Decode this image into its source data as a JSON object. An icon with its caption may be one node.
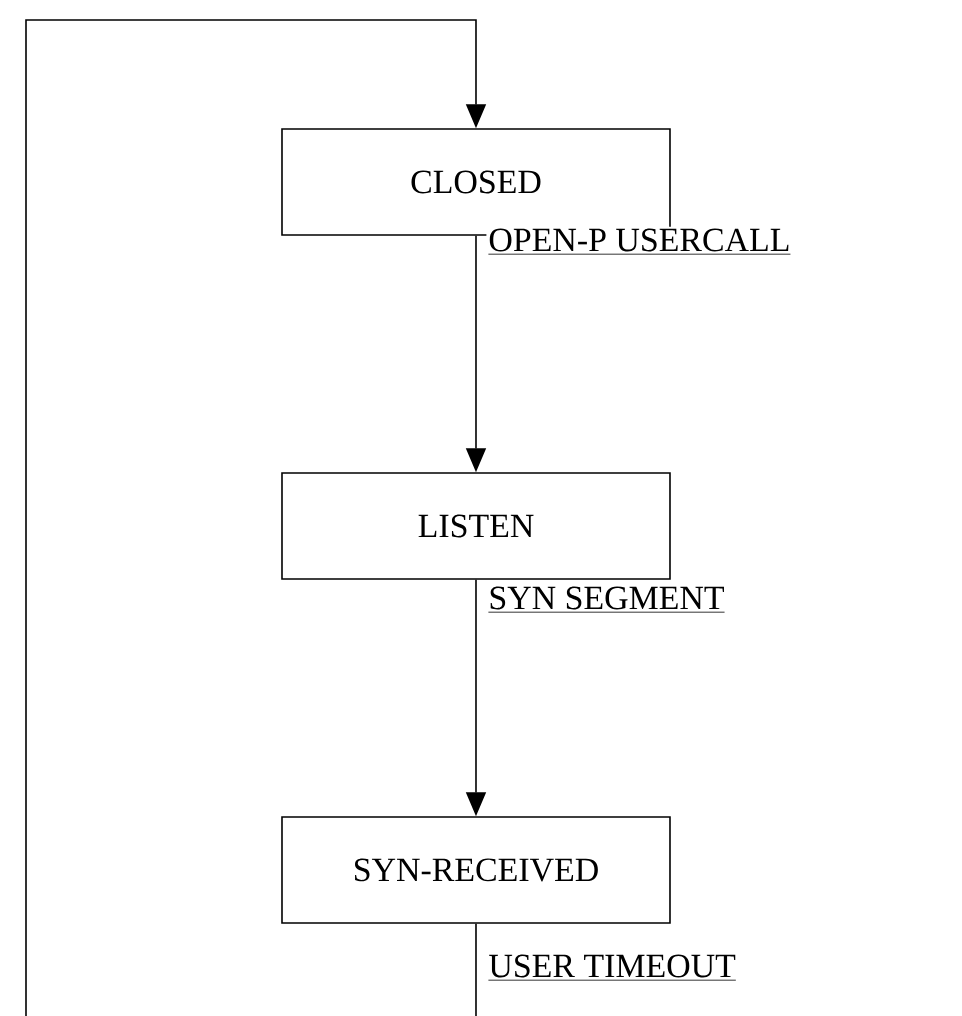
{
  "diagram": {
    "nodes": [
      {
        "text": [
          "CLOSED"
        ]
      },
      {
        "text": [
          "LISTEN"
        ]
      },
      {
        "text": [
          "SYN-RECEIVED"
        ]
      }
    ],
    "edges": [
      {
        "from": 0,
        "to": 1,
        "arrow": "to",
        "label": "OPEN-P USERCALL"
      },
      {
        "from": 1,
        "to": 2,
        "arrow": "to",
        "label": "SYN SEGMENT"
      },
      {
        "from": 2,
        "to": 0,
        "arrow": "to",
        "label": "USER TIMEOUT"
      }
    ]
  }
}
